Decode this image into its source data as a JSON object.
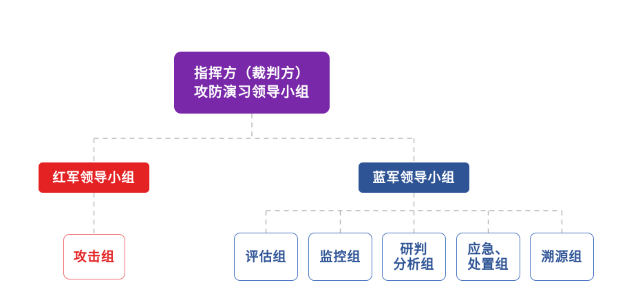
{
  "diagram": {
    "title_text": "指挥方（裁判方）\n攻防演习领导小组",
    "background_color": "#ffffff",
    "connector_color": "#b5b5b5",
    "connector_style": "dashed"
  },
  "root": {
    "id": "command-judge-group",
    "label": "指挥方（裁判方）\n攻防演习领导小组",
    "line1": "指挥方（裁判方）",
    "line2": "攻防演习领导小组",
    "fill_color": "#7828a8",
    "text_color": "#ffffff"
  },
  "branches": [
    {
      "id": "red-team",
      "label": "红军领导小组",
      "fill_color": "#e42224",
      "text_color": "#ffffff",
      "children": [
        {
          "id": "attack-group",
          "label": "攻击组",
          "border_color": "#ef6d72",
          "text_color": "#e42224",
          "fill_color": "#ffffff"
        }
      ]
    },
    {
      "id": "blue-team",
      "label": "蓝军领导小组",
      "fill_color": "#2e5496",
      "text_color": "#ffffff",
      "children": [
        {
          "id": "assessment-group",
          "label": "评估组",
          "border_color": "#4a76c2",
          "text_color": "#2e5496",
          "fill_color": "#ffffff"
        },
        {
          "id": "monitoring-group",
          "label": "监控组",
          "border_color": "#4a76c2",
          "text_color": "#2e5496",
          "fill_color": "#ffffff"
        },
        {
          "id": "judgment-analysis-group",
          "label": "研判\n分析组",
          "border_color": "#4a76c2",
          "text_color": "#2e5496",
          "fill_color": "#ffffff"
        },
        {
          "id": "emergency-response-group",
          "label": "应急、\n处置组",
          "border_color": "#4a76c2",
          "text_color": "#2e5496",
          "fill_color": "#ffffff"
        },
        {
          "id": "traceback-group",
          "label": "溯源组",
          "border_color": "#4a76c2",
          "text_color": "#2e5496",
          "fill_color": "#ffffff"
        }
      ]
    }
  ]
}
